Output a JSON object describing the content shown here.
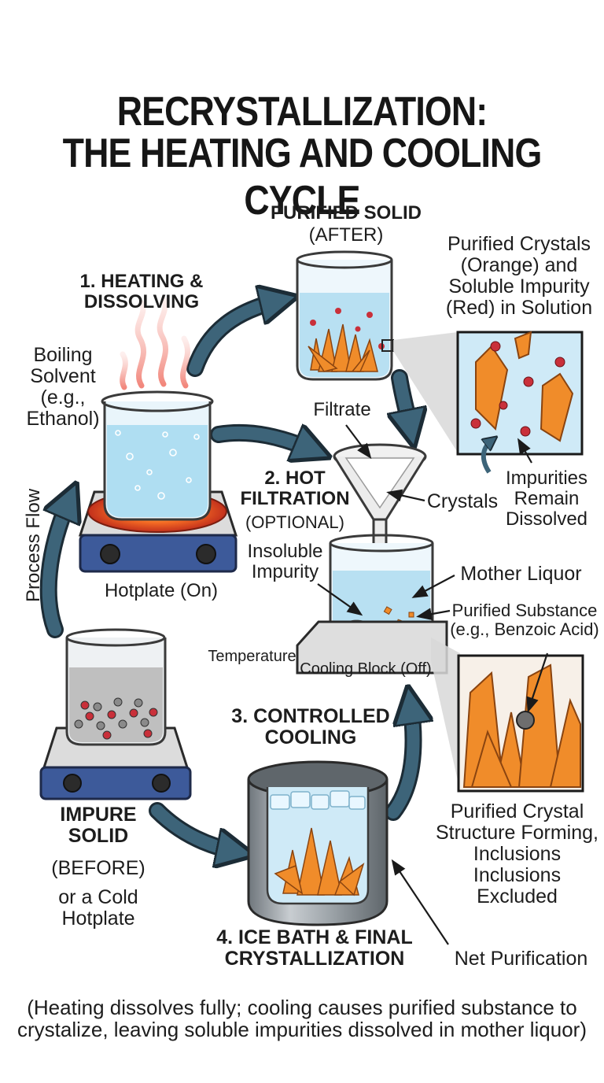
{
  "title": {
    "line1": "RECRYSTALLIZATION:",
    "line2": "THE HEATING AND COOLING CYCLE"
  },
  "steps": {
    "heating": "1. HEATING & DISSOLVING",
    "filtration": "2. HOT FILTRATION",
    "filtration_note": "(OPTIONAL)",
    "cooling": "3. CONTROLLED COOLING",
    "ice_bath": "4. ICE BATH & FINAL CRYSTALLIZATION"
  },
  "labels": {
    "purified_solid": "PURIFIED SOLID",
    "after": "(AFTER)",
    "purified_crystals_callout": "Purified Crystals (Orange) and Soluble Impurity (Red) in Solution",
    "boiling_solvent": "Boiling Solvent (e.g., Ethanol)",
    "filtrate": "Filtrate",
    "crystals": "Crystals",
    "impurities_remain": "Impurities Remain Dissolved",
    "process_flow": "Process Flow",
    "hotplate_on": "Hotplate (On)",
    "insoluble_impurity": "Insoluble Impurity",
    "mother_liquor": "Mother Liquor",
    "purified_substance": "Purified Substance (e.g., Benzoic Acid)",
    "temperature": "Temperature",
    "cooling_block": "Cooling Block (Off)",
    "impure_solid": "IMPURE SOLID",
    "before": "(BEFORE)",
    "cold_hotplate": "or a Cold Hotplate",
    "crystal_structure": "Purified Crystal Structure Forming, Inclusions Inclusions Excluded",
    "net_purification": "Net Purification"
  },
  "caption": "(Heating dissolves fully; cooling causes purified substance to crystalize, leaving soluble impurities dissolved in mother liquor)",
  "colors": {
    "arrow": "#3d6479",
    "water": "#bfe3f3",
    "crystal": "#f08c2a",
    "impurity_red": "#c9303a",
    "hotplate_blue": "#3d5a9a",
    "heat_glow": "#f05a28"
  },
  "icons": [
    "beaker-icon",
    "hotplate-icon",
    "funnel-icon",
    "ice-bath-icon",
    "crystal-icon",
    "steam-icon",
    "flow-arrow-icon"
  ]
}
